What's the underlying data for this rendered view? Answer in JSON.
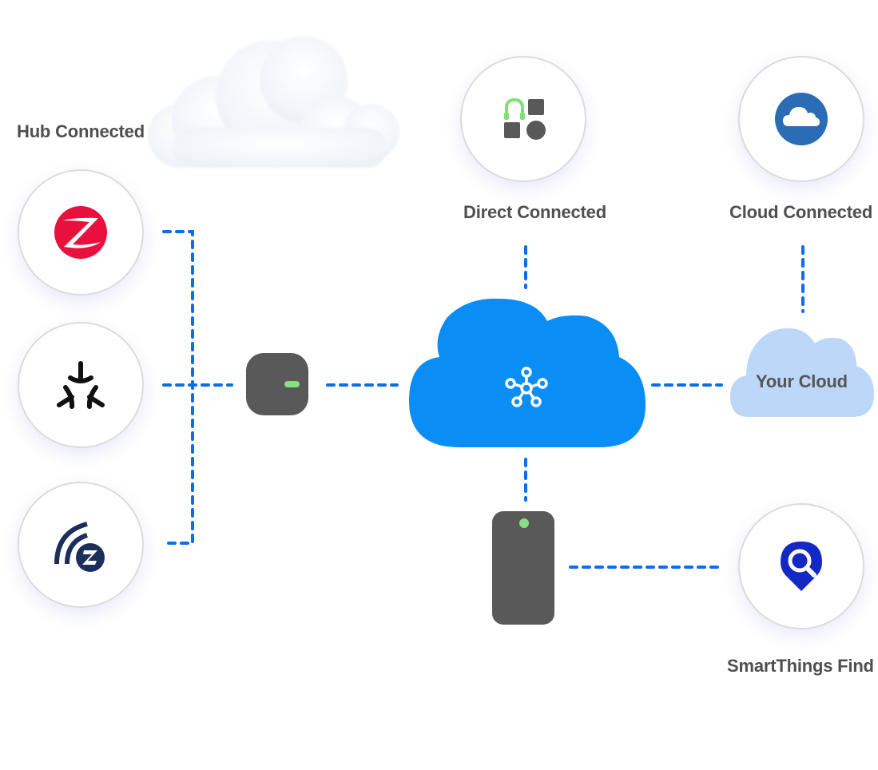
{
  "diagram": {
    "title_hub": "Hub Connected",
    "title_direct": "Direct Connected",
    "title_cloud": "Cloud Connected",
    "title_find": "SmartThings Find",
    "your_cloud_label": "Your Cloud",
    "hub_protocols": [
      {
        "name": "Zigbee",
        "icon": "zigbee-icon",
        "color": "#e8103d"
      },
      {
        "name": "Matter",
        "icon": "matter-icon",
        "color": "#111111"
      },
      {
        "name": "Z-Wave",
        "icon": "zwave-icon",
        "color": "#1b2f5a"
      }
    ],
    "direct_icon": {
      "name": "devices-icon",
      "accent": "#7fe07a",
      "color": "#595959"
    },
    "cloud_icon": {
      "name": "cloud-icon",
      "color": "#2b6db5"
    },
    "find_icon": {
      "name": "location-search-icon",
      "color": "#1428c4"
    },
    "smartthings_cloud": {
      "name": "smartthings-cloud",
      "color": "#0a8df5"
    },
    "your_cloud_color": "#bcd7f8",
    "connector_color": "#0b6ee8",
    "hub_device": {
      "name": "smartthings-hub",
      "led_color": "#88dd86"
    },
    "tracker_device": {
      "name": "smartthings-tracker",
      "led_color": "#88dd86"
    }
  }
}
